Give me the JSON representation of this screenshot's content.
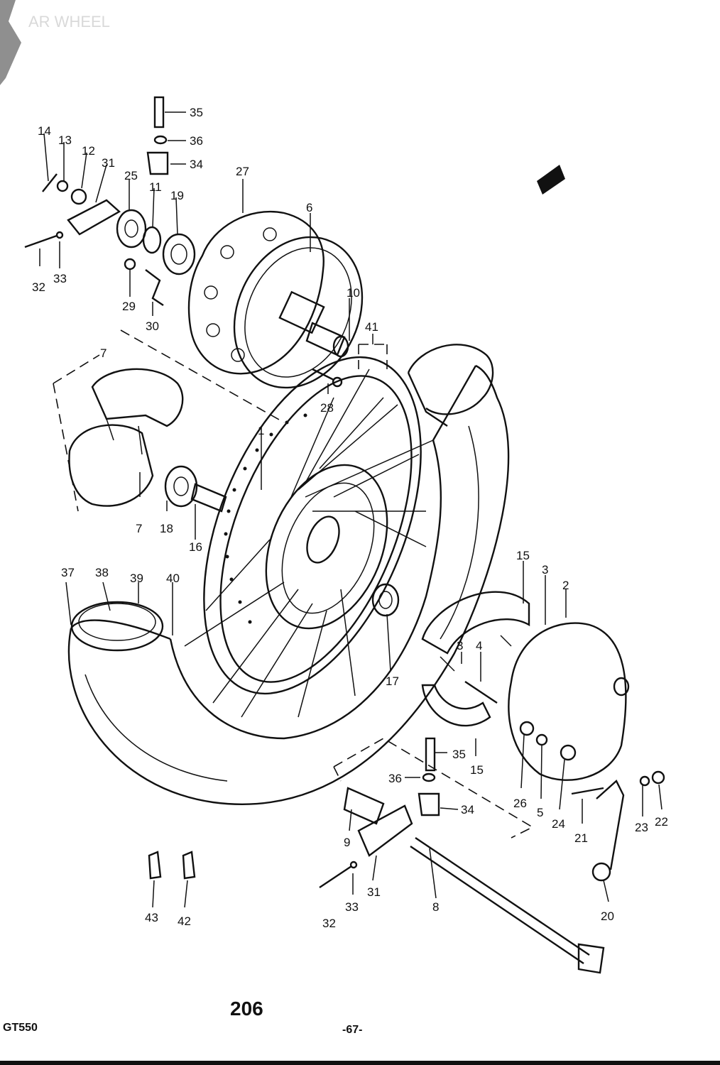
{
  "header": {
    "faded_title": "AR WHEEL"
  },
  "page_number": "206",
  "model": "GT550",
  "page_footer": "-67-",
  "callouts": {
    "c35a": "35",
    "c36a": "36",
    "c34a": "34",
    "c27": "27",
    "c14": "14",
    "c13": "13",
    "c12": "12",
    "c31a": "31",
    "c25": "25",
    "c11": "11",
    "c19": "19",
    "c6": "6",
    "c32a": "32",
    "c33a": "33",
    "c29": "29",
    "c30": "30",
    "c10": "10",
    "c41": "41",
    "c7a": "7",
    "c28": "28",
    "c1": "1",
    "c7b": "7",
    "c18": "18",
    "c16": "16",
    "c15a": "15",
    "c3a": "3",
    "c2": "2",
    "c37": "37",
    "c38": "38",
    "c39": "39",
    "c40": "40",
    "c3b": "3",
    "c4": "4",
    "c17": "17",
    "c35b": "35",
    "c15b": "15",
    "c36b": "36",
    "c34b": "34",
    "c26": "26",
    "c5": "5",
    "c24": "24",
    "c21": "21",
    "c23": "23",
    "c22": "22",
    "c9": "9",
    "c31b": "31",
    "c33b": "33",
    "c32b": "32",
    "c8": "8",
    "c20": "20",
    "c43": "43",
    "c42": "42"
  }
}
